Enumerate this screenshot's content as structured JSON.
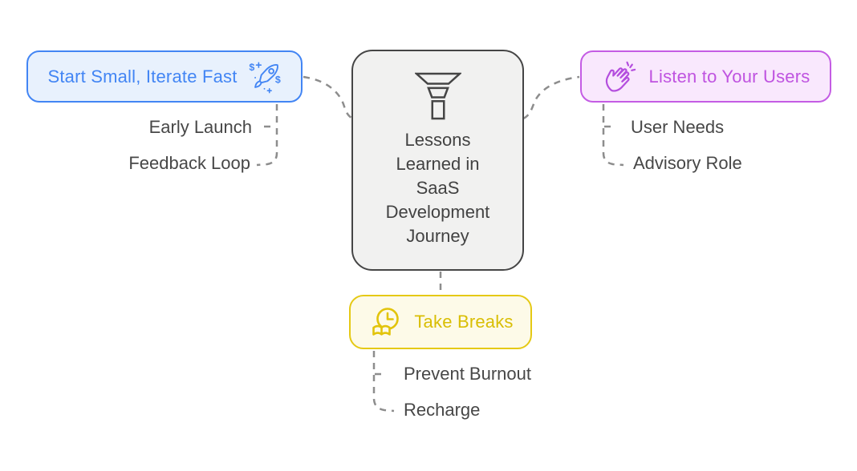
{
  "diagram_title": "Lessons Learned in SaaS Development Journey",
  "center": {
    "title": "Lessons Learned in SaaS Development Journey",
    "title_lines": [
      "Lessons",
      "Learned in",
      "SaaS",
      "Development",
      "Journey"
    ],
    "icon": "funnel-icon",
    "text_color": "#424242",
    "background": "#f1f1f0",
    "border_color": "#454545"
  },
  "branches": [
    {
      "label": "Start Small, Iterate Fast",
      "icon": "rocket-dollar-icon",
      "accent": "#4285f4",
      "background": "#e8f1fd",
      "children": [
        "Early Launch",
        "Feedback Loop"
      ]
    },
    {
      "label": "Listen to Your Users",
      "icon": "clapping-hands-icon",
      "accent": "#c45ce4",
      "background": "#f9e8fd",
      "children": [
        "User Needs",
        "Advisory Role"
      ]
    },
    {
      "label": "Take Breaks",
      "icon": "break-clock-icon",
      "accent": "#e5c915",
      "background": "#fdfae8",
      "children": [
        "Prevent Burnout",
        "Recharge"
      ]
    }
  ],
  "connectors": {
    "color": "#8d8d8d",
    "style": "dashed"
  }
}
